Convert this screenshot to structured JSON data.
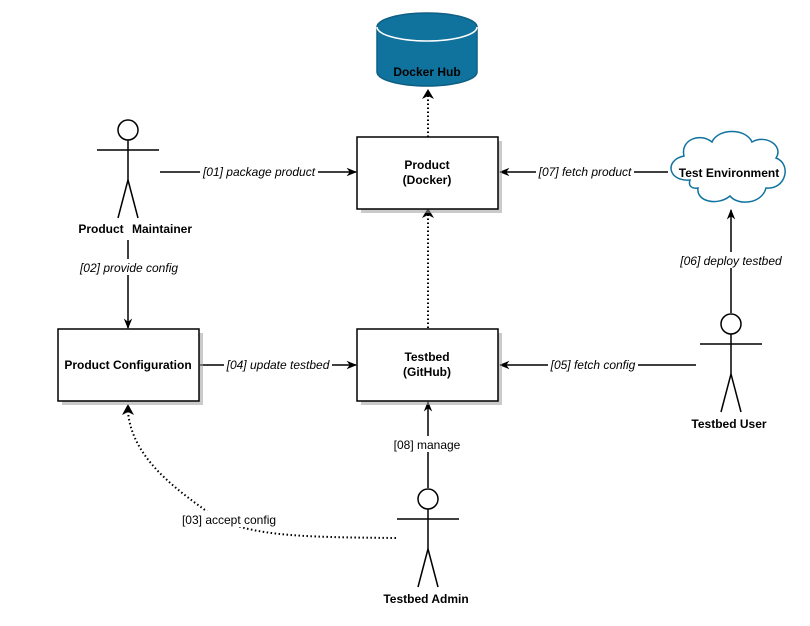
{
  "nodes": {
    "docker_hub": "Docker Hub",
    "product_docker": [
      "Product",
      "(Docker)"
    ],
    "test_environment": "Test Environment",
    "product_maintainer": [
      "Product",
      "Maintainer"
    ],
    "product_configuration": "Product Configuration",
    "testbed_github": [
      "Testbed",
      "(GitHub)"
    ],
    "testbed_user": "Testbed User",
    "testbed_admin": "Testbed Admin"
  },
  "edges": {
    "e01": "[01] package product",
    "e02": "[02] provide config",
    "e03": "[03] accept config",
    "e04": "[04] update testbed",
    "e05": "[05] fetch config",
    "e06": "[06] deploy testbed",
    "e07": "[07] fetch product",
    "e08": "[08] manage"
  },
  "colors": {
    "database_fill": "#10739e",
    "database_stroke": "#0e5f84",
    "cloud_stroke": "#10739e",
    "line": "#000000"
  }
}
